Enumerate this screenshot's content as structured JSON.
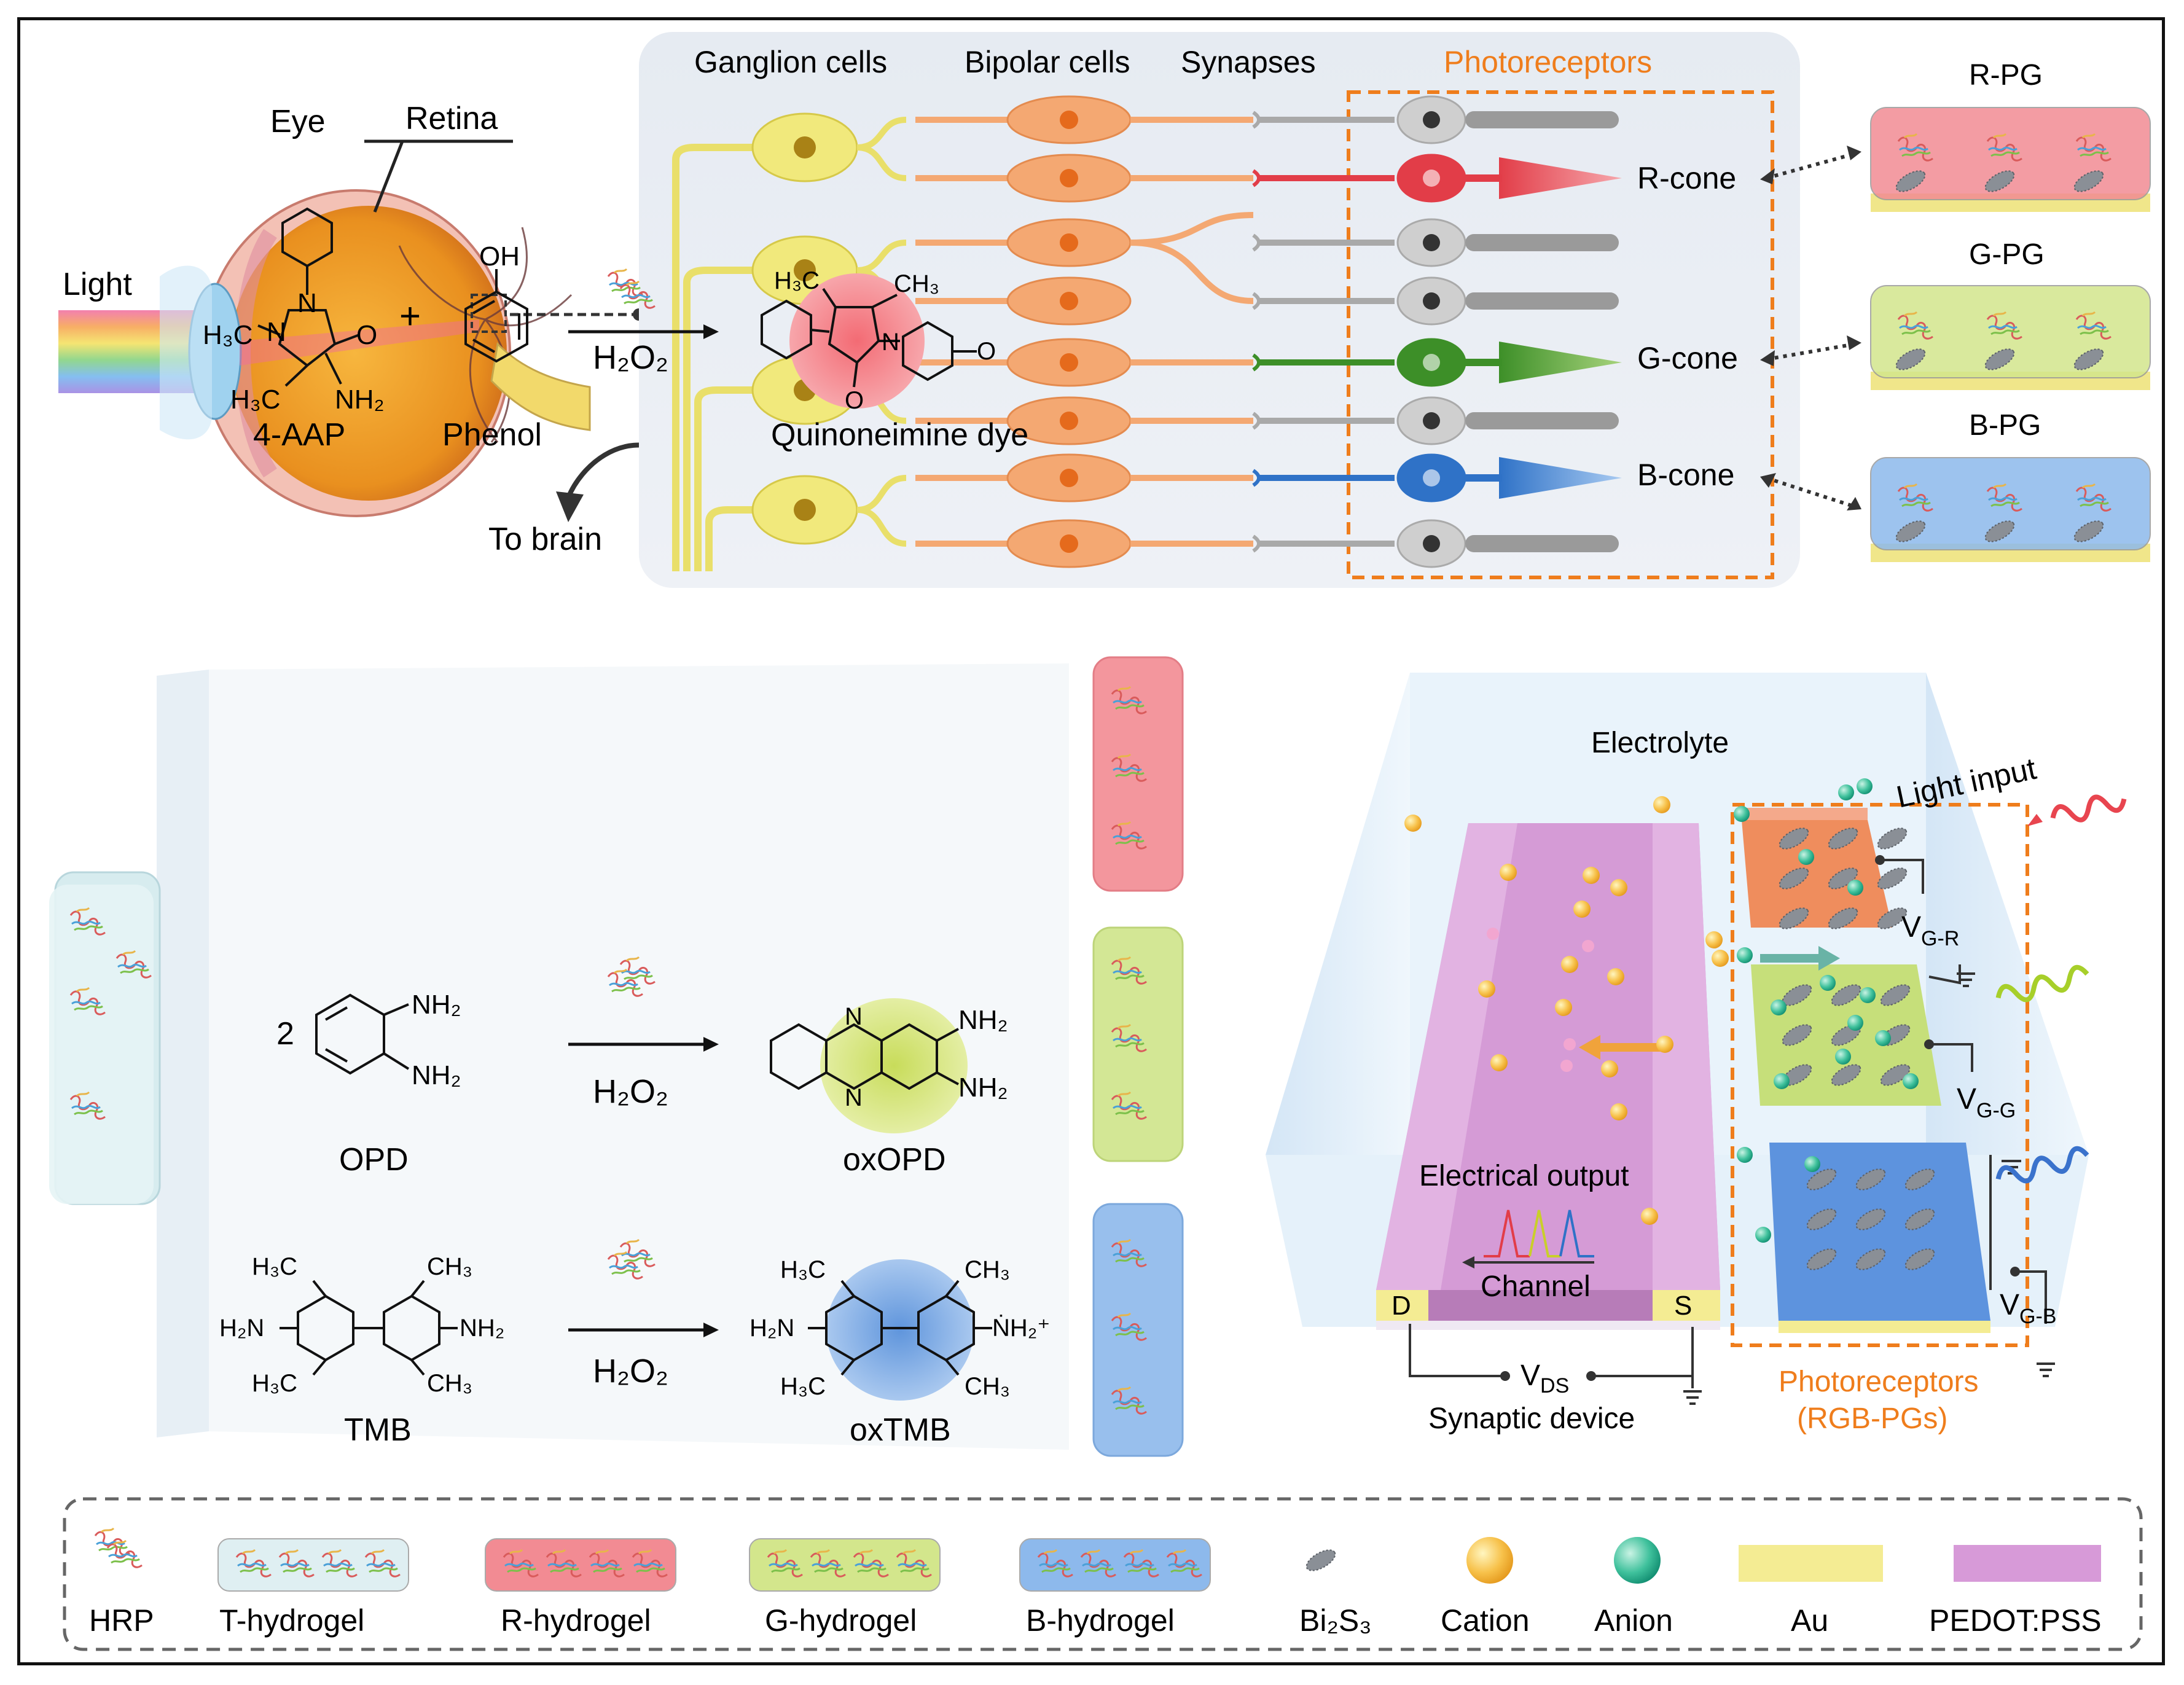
{
  "eye": {
    "light": "Light",
    "eye": "Eye",
    "retina": "Retina",
    "to_brain": "To brain"
  },
  "retina_panel": {
    "ganglion": "Ganglion cells",
    "bipolar": "Bipolar cells",
    "synapses": "Synapses",
    "photoreceptors": "Photoreceptors",
    "r_cone": "R-cone",
    "g_cone": "G-cone",
    "b_cone": "B-cone"
  },
  "pg_devices": {
    "r": "R-PG",
    "g": "G-PG",
    "b": "B-PG"
  },
  "reactions": {
    "r": {
      "reactant1": "4-AAP",
      "plus": "+",
      "reactant2_group": "OH",
      "reactant2": "Phenol",
      "catalyst": "H₂O₂",
      "product": "Quinoneimine dye"
    },
    "g": {
      "coeff": "2",
      "reactant": "OPD",
      "catalyst": "H₂O₂",
      "product": "oxOPD"
    },
    "b": {
      "reactant": "TMB",
      "catalyst": "H₂O₂",
      "product": "oxTMB"
    },
    "atoms": {
      "h3c": "H₃C",
      "ch3": "CH₃",
      "nh2": "NH₂",
      "h2n": "H₂N",
      "n": "N",
      "o": "O",
      "nh2plus": "ṄH₂⁺"
    }
  },
  "device": {
    "electrolyte": "Electrolyte",
    "light_input": "Light input",
    "electrical_output": "Electrical output",
    "channel": "Channel",
    "d": "D",
    "s": "S",
    "vds": "V",
    "vds_sub": "DS",
    "synaptic": "Synaptic device",
    "vgr": "V",
    "vgr_sub": "G-R",
    "vgg": "V",
    "vgg_sub": "G-G",
    "vgb": "V",
    "vgb_sub": "G-B",
    "photoreceptors": "Photoreceptors",
    "rgb": "(RGB-PGs)"
  },
  "legend": {
    "items": [
      "HRP",
      "T-hydrogel",
      "R-hydrogel",
      "G-hydrogel",
      "B-hydrogel",
      "Bi₂S₃",
      "Cation",
      "Anion",
      "Au",
      "PEDOT:PSS"
    ]
  },
  "colors": {
    "red": "#e8454f",
    "green": "#4e9a2e",
    "blue": "#3a7ed0",
    "orange": "#ef7d1c",
    "yellow_axon": "#e9df6a",
    "bipolar": "#f4a872",
    "pedot": "#d79ad8",
    "au": "#f4ec93"
  }
}
